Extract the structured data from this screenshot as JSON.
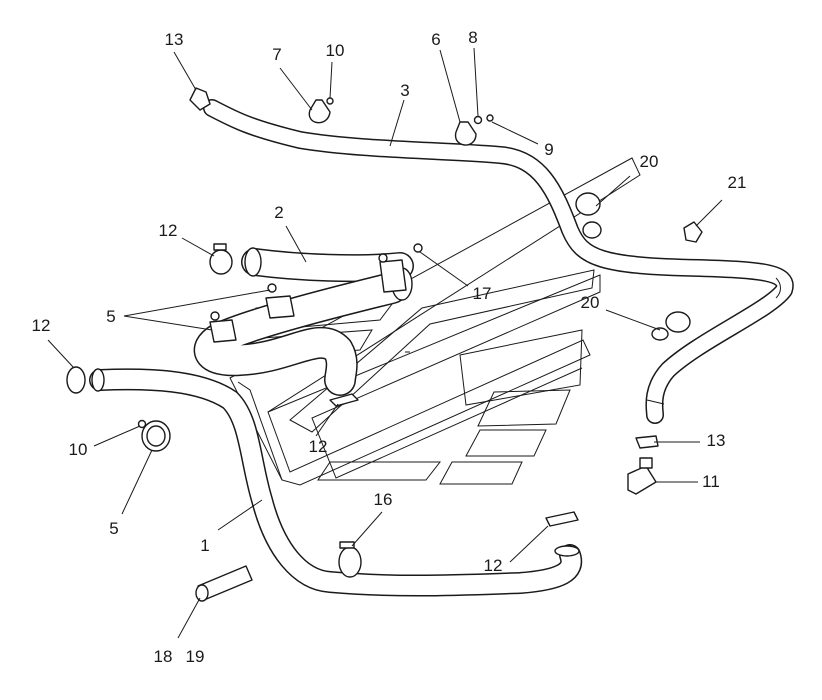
{
  "diagram": {
    "type": "exploded-parts-view",
    "callouts": {
      "hose_rear": "1",
      "hose_front": "2",
      "hose_upper": "3",
      "clamp_pair": "5",
      "clamp_lower": "5",
      "clip_a": "6",
      "clip_b": "7",
      "bolt_a": "8",
      "bolt_b": "9",
      "bolt_c": "10",
      "bolt_d": "10",
      "tap": "11",
      "hose_clamp_a": "12",
      "hose_clamp_b": "12",
      "hose_clamp_c": "12",
      "hose_clamp_d": "12",
      "connector_top": "13",
      "connector_right": "13",
      "spring_clamp": "16",
      "screw": "17",
      "sleeve_a": "18",
      "sleeve_b": "19",
      "clamp_ring_a": "20",
      "clamp_ring_b": "20",
      "grommet": "21"
    }
  }
}
